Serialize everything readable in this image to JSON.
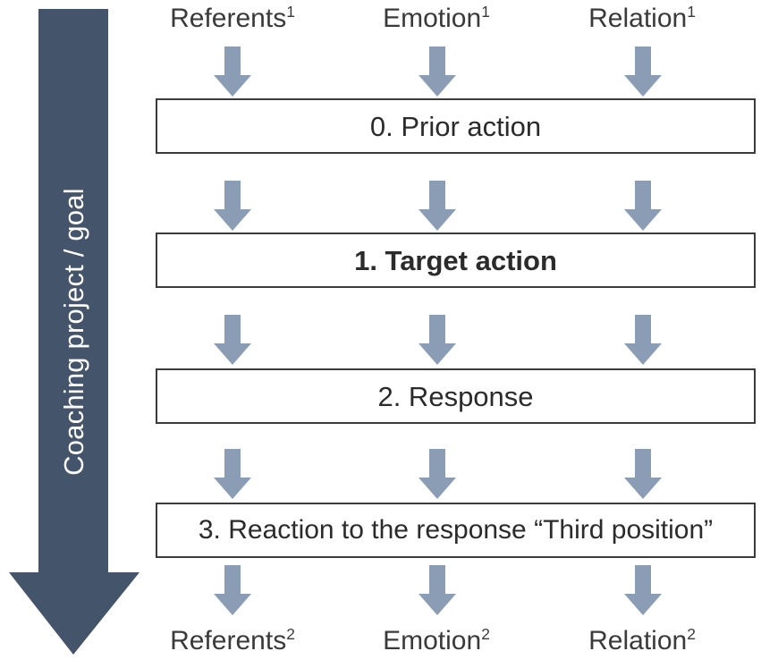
{
  "diagram": {
    "title": "Coaching interaction sequence diagram",
    "colors": {
      "goal_arrow_fill": "#44546A",
      "small_arrow_fill": "#8A9DB5",
      "box_border": "#3b3b3b",
      "box_fill": "#FFFFFF",
      "box_text": "#2b2b2b",
      "caption_text": "#3a3a3a",
      "goal_arrow_text": "#FFFFFF"
    },
    "goal_arrow": {
      "label": "Coaching project / goal",
      "direction": "down"
    },
    "top_captions": [
      {
        "base": "Referents",
        "superscript": "1"
      },
      {
        "base": "Emotion",
        "superscript": "1"
      },
      {
        "base": "Relation",
        "superscript": "1"
      }
    ],
    "bottom_captions": [
      {
        "base": "Referents",
        "superscript": "2"
      },
      {
        "base": "Emotion",
        "superscript": "2"
      },
      {
        "base": "Relation",
        "superscript": "2"
      }
    ],
    "stages": [
      {
        "label": "0. Prior action",
        "bold": false
      },
      {
        "label": "1. Target action",
        "bold": true
      },
      {
        "label": "2. Response",
        "bold": false
      },
      {
        "label": "3. Reaction to the response “Third position”",
        "bold": false
      }
    ],
    "arrow_rows": 5,
    "arrow_columns": 3
  }
}
